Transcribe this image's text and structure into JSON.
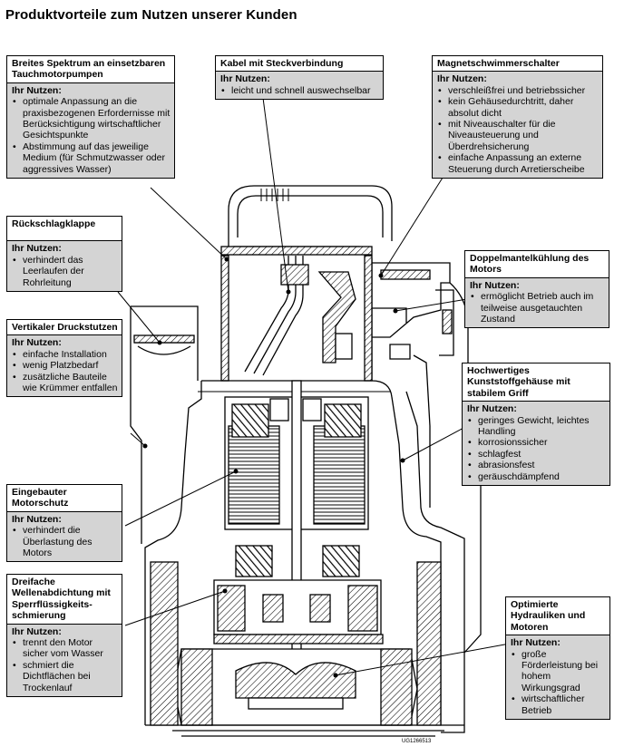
{
  "title": "Produktvorteile zum Nutzen unserer Kunden",
  "nutzen_label": "Ihr Nutzen:",
  "boxes": {
    "spektrum": {
      "heading": "Breites Spektrum an einsetzbaren Tauchmotorpumpen",
      "items": [
        "optimale Anpassung an die praxisbezogenen Erfordernisse mit Berücksichtigung wirtschaftlicher Gesichtspunkte",
        "Abstimmung auf das jeweilige Medium (für Schmutzwasser oder aggressives Wasser)"
      ]
    },
    "kabel": {
      "heading": "Kabel mit Steckverbindung",
      "items": [
        "leicht und schnell auswechselbar"
      ]
    },
    "magnet": {
      "heading": "Magnetschwimmerschalter",
      "items": [
        "verschleißfrei und betriebssicher",
        "kein Gehäusedurchtritt, daher absolut dicht",
        "mit Niveauschalter für die Niveausteuerung und Überdrehsicherung",
        "einfache Anpassung an externe Steuerung durch Arretierscheibe"
      ]
    },
    "rueck": {
      "heading": "Rückschlagklappe",
      "items": [
        "verhindert das Leerlaufen der Rohrleitung"
      ]
    },
    "doppel": {
      "heading": "Doppelmantelkühlung des Motors",
      "items": [
        "ermöglicht Betrieb auch im teilweise ausgetauchten Zustand"
      ]
    },
    "vertikal": {
      "heading": "Vertikaler Druckstutzen",
      "items": [
        "einfache Installation",
        "wenig Platzbedarf",
        "zusätzliche Bauteile wie Krümmer entfallen"
      ]
    },
    "kunststoff": {
      "heading": "Hochwertiges Kunststoffgehäuse mit stabilem Griff",
      "items": [
        "geringes Gewicht, leichtes Handling",
        "korrosionssicher",
        "schlagfest",
        "abrasionsfest",
        "geräuschdämpfend"
      ]
    },
    "motorschutz": {
      "heading": "Eingebauter Motorschutz",
      "items": [
        "verhindert die Überlastung des Motors"
      ]
    },
    "dreifach": {
      "heading": "Dreifache Wellenabdichtung mit Sperrflüssigkeits-schmierung",
      "items": [
        "trennt den Motor sicher vom Wasser",
        "schmiert die Dichtflächen bei Trockenlauf"
      ]
    },
    "hydraulik": {
      "heading": "Optimierte Hydrauliken und Motoren",
      "items": [
        "große Förderleistung bei hohem Wirkungsgrad",
        "wirtschaftlicher Betrieb"
      ]
    }
  },
  "drawing_code": "UG1266513",
  "colors": {
    "box_fill": "#d4d4d4",
    "line": "#000000"
  }
}
